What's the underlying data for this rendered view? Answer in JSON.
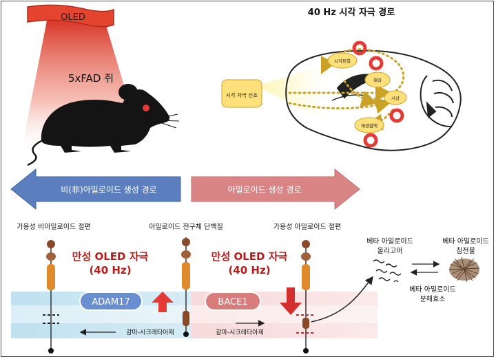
{
  "top": {
    "oled_label": "OLED",
    "mouse_label": "5xFAD 쥐",
    "pathway_title": "40 Hz 시각 자극 경로",
    "visual_stimulus": "시각 자극 신호",
    "regions": {
      "visual_cortex": "시각피질",
      "hippocampus": "해마",
      "thalamus": "시상",
      "entorhinal": "재경합핵"
    }
  },
  "pathways": {
    "left_arrow": "비(非)아밀로이드 생성 경로",
    "right_arrow": "아밀로이드 생성 경로"
  },
  "bottom": {
    "soluble_nonamyloid": "가용성 비아밀로이드 절편",
    "precursor": "아밀로이드 전구체 단백질",
    "soluble_amyloid": "가용성 아밀로이드 절편",
    "stim_line1": "만성 OLED 자극",
    "stim_line2": "(40 Hz)",
    "adam17": "ADAM17",
    "bace1": "BACE1",
    "gamma_left": "감마-시크레타아제",
    "gamma_right": "감마-시크레타아제",
    "oligomer_line1": "베타 아밀로이드",
    "oligomer_line2": "올리고머",
    "plaque_line1": "베타 아밀로이드",
    "plaque_line2": "침전물",
    "enzyme_line1": "베타 아밀로이드",
    "enzyme_line2": "분해효소"
  },
  "colors": {
    "left_arrow": "#5b7fbe",
    "right_arrow": "#d98585",
    "stim_text": "#b71c1c",
    "up_arrow": "#e53935",
    "down_arrow": "#d32f2f",
    "protein": "#e08a2e",
    "protein_dark": "#8a4a2a",
    "region_fill": "#ffe07a",
    "target_ring": "#e53935"
  }
}
